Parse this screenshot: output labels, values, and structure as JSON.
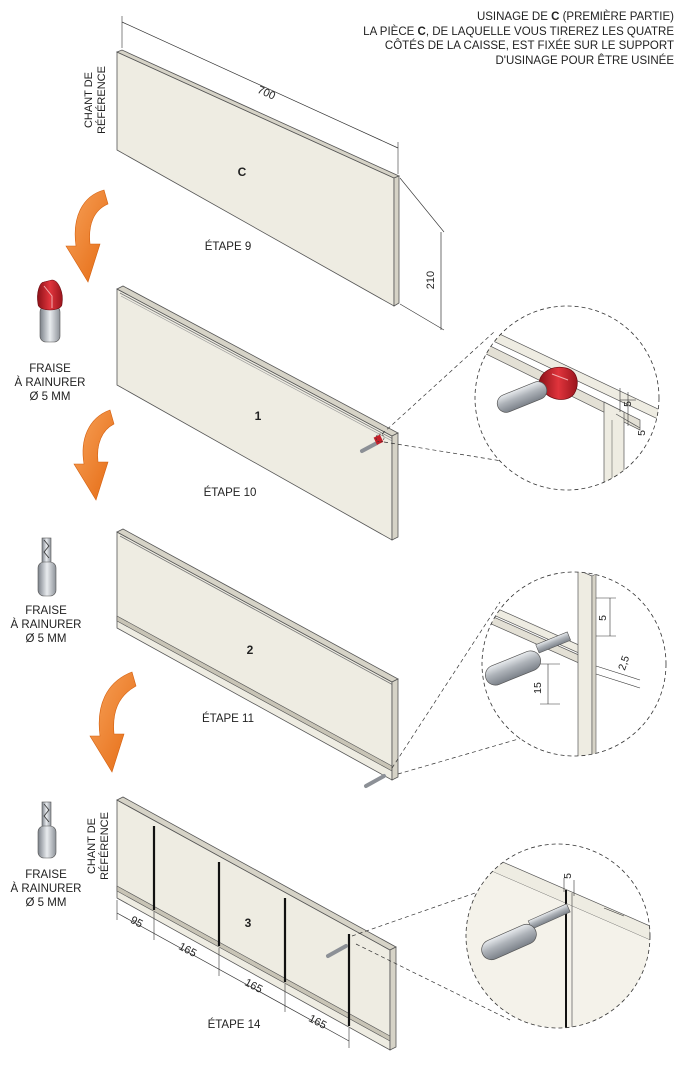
{
  "header": {
    "line1_prefix": "USINAGE DE ",
    "line1_bold": "C",
    "line1_suffix": "  (PREMIÈRE PARTIE)",
    "line2_prefix": "LA PIÈCE ",
    "line2_bold": "C",
    "line2_suffix": ", DE LAQUELLE VOUS TIREREZ LES QUATRE",
    "line3": "CÔTÉS DE LA CAISSE, EST FIXÉE SUR LE SUPPORT",
    "line4": "D'USINAGE POUR ÊTRE USINÉE"
  },
  "reference_edge": {
    "line1": "CHANT DE",
    "line2": "RÉFÉRENCE"
  },
  "panel_c": {
    "label": "C",
    "length": "700",
    "height": "210",
    "step": "ÉTAPE 9"
  },
  "panel_1": {
    "label": "1",
    "step": "ÉTAPE 10"
  },
  "panel_2": {
    "label": "2",
    "step": "ÉTAPE 11"
  },
  "panel_3": {
    "label": "3",
    "step": "ÉTAPE 14",
    "spacings": [
      "95",
      "165",
      "165",
      "165"
    ]
  },
  "tool": {
    "line1": "FRAISE",
    "line2": "À RAINURER",
    "line3": "Ø 5 MM"
  },
  "detail_1": {
    "dim_a": "5",
    "dim_b": "5"
  },
  "detail_2": {
    "dim_a": "5",
    "dim_b": "2,5",
    "dim_c": "15"
  },
  "detail_3": {
    "dim_a": "5"
  },
  "colors": {
    "panel": "#eeece2",
    "edge": "#d6d3c7",
    "arrow": "#ee7722",
    "bit_red": "#c4202a",
    "steel": "#bfc3c8"
  }
}
